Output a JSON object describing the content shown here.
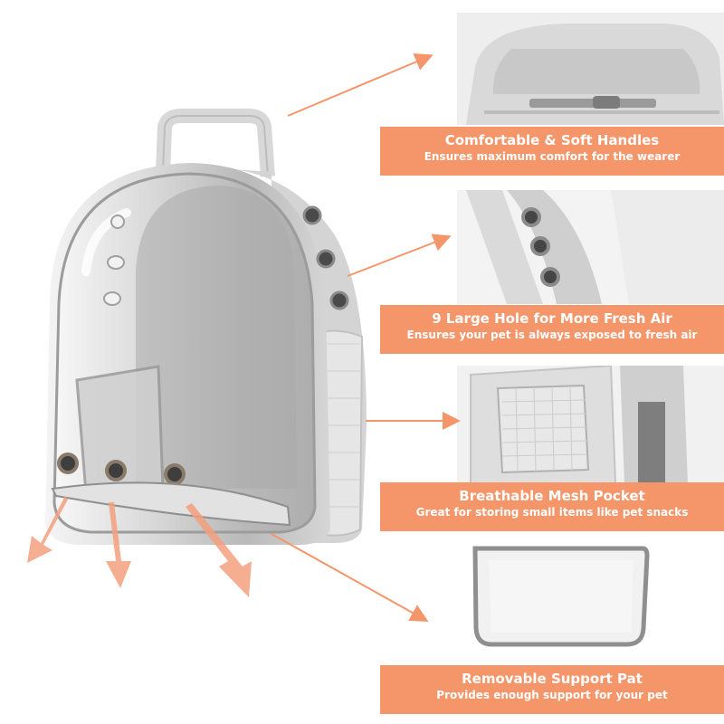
{
  "accent_color": "#f4956a",
  "features": [
    {
      "title": "Comfortable & Soft Handles",
      "subtitle": "Ensures maximum comfort for the wearer"
    },
    {
      "title": "9 Large Hole for More Fresh Air",
      "subtitle": "Ensures your pet is always exposed to fresh air"
    },
    {
      "title": "Breathable Mesh Pocket",
      "subtitle": "Great for storing small items like pet snacks"
    },
    {
      "title": "Removable Support Pat",
      "subtitle": "Provides enough support for your pet"
    }
  ]
}
